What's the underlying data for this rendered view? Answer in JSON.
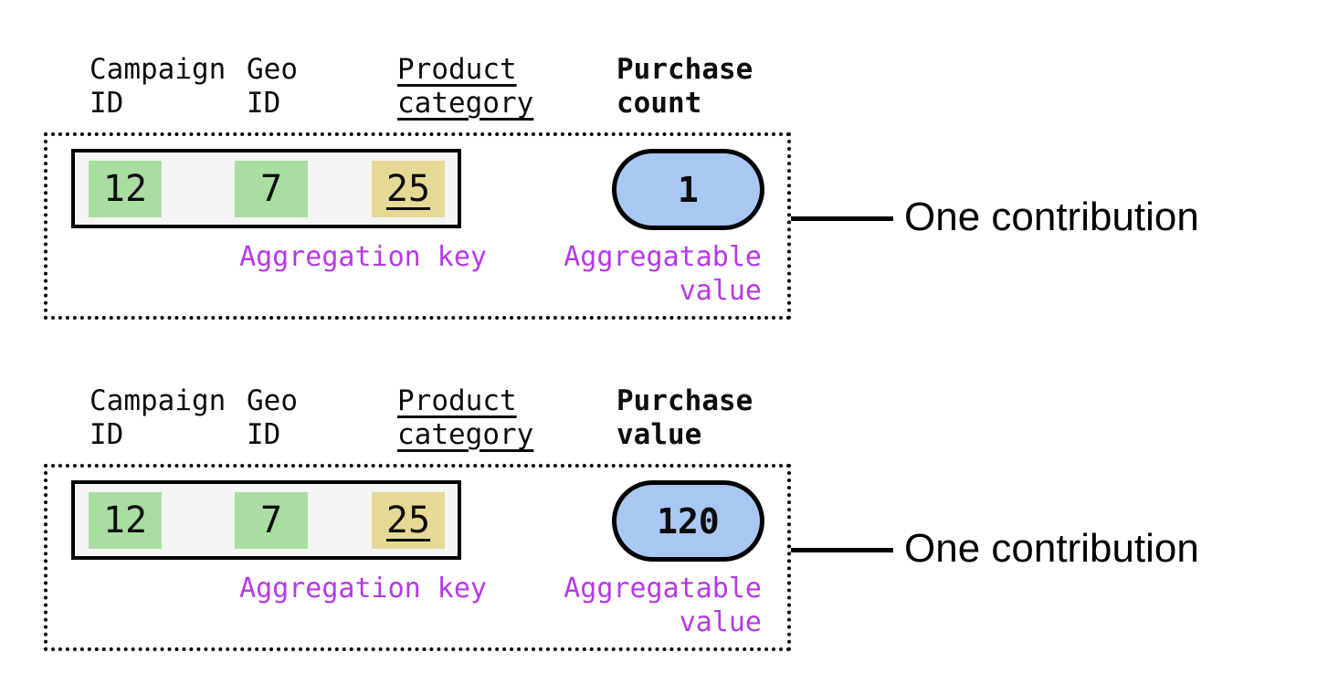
{
  "colors": {
    "key_highlight_green": "#a9dda2",
    "key_highlight_yellow": "#e5d995",
    "value_pill_blue": "#a9c7f3",
    "label_purple": "#b43ae6",
    "record_row_bg": "#f5f5f3",
    "line_black": "#000000"
  },
  "groups": [
    {
      "columns": [
        {
          "line1": "Campaign",
          "line2": "ID"
        },
        {
          "line1": "Geo",
          "line2": "ID"
        },
        {
          "line1": "Product",
          "line2": "category"
        },
        {
          "line1": "Purchase",
          "line2": "count"
        }
      ],
      "key_cells": [
        "12",
        "7",
        "25"
      ],
      "aggregatable_value": "1",
      "key_label": "Aggregation key",
      "value_label_line1": "Aggregatable",
      "value_label_line2": "value",
      "annotation": "One contribution"
    },
    {
      "columns": [
        {
          "line1": "Campaign",
          "line2": "ID"
        },
        {
          "line1": "Geo",
          "line2": "ID"
        },
        {
          "line1": "Product",
          "line2": "category"
        },
        {
          "line1": "Purchase",
          "line2": "value"
        }
      ],
      "key_cells": [
        "12",
        "7",
        "25"
      ],
      "aggregatable_value": "120",
      "key_label": "Aggregation key",
      "value_label_line1": "Aggregatable",
      "value_label_line2": "value",
      "annotation": "One contribution"
    }
  ]
}
